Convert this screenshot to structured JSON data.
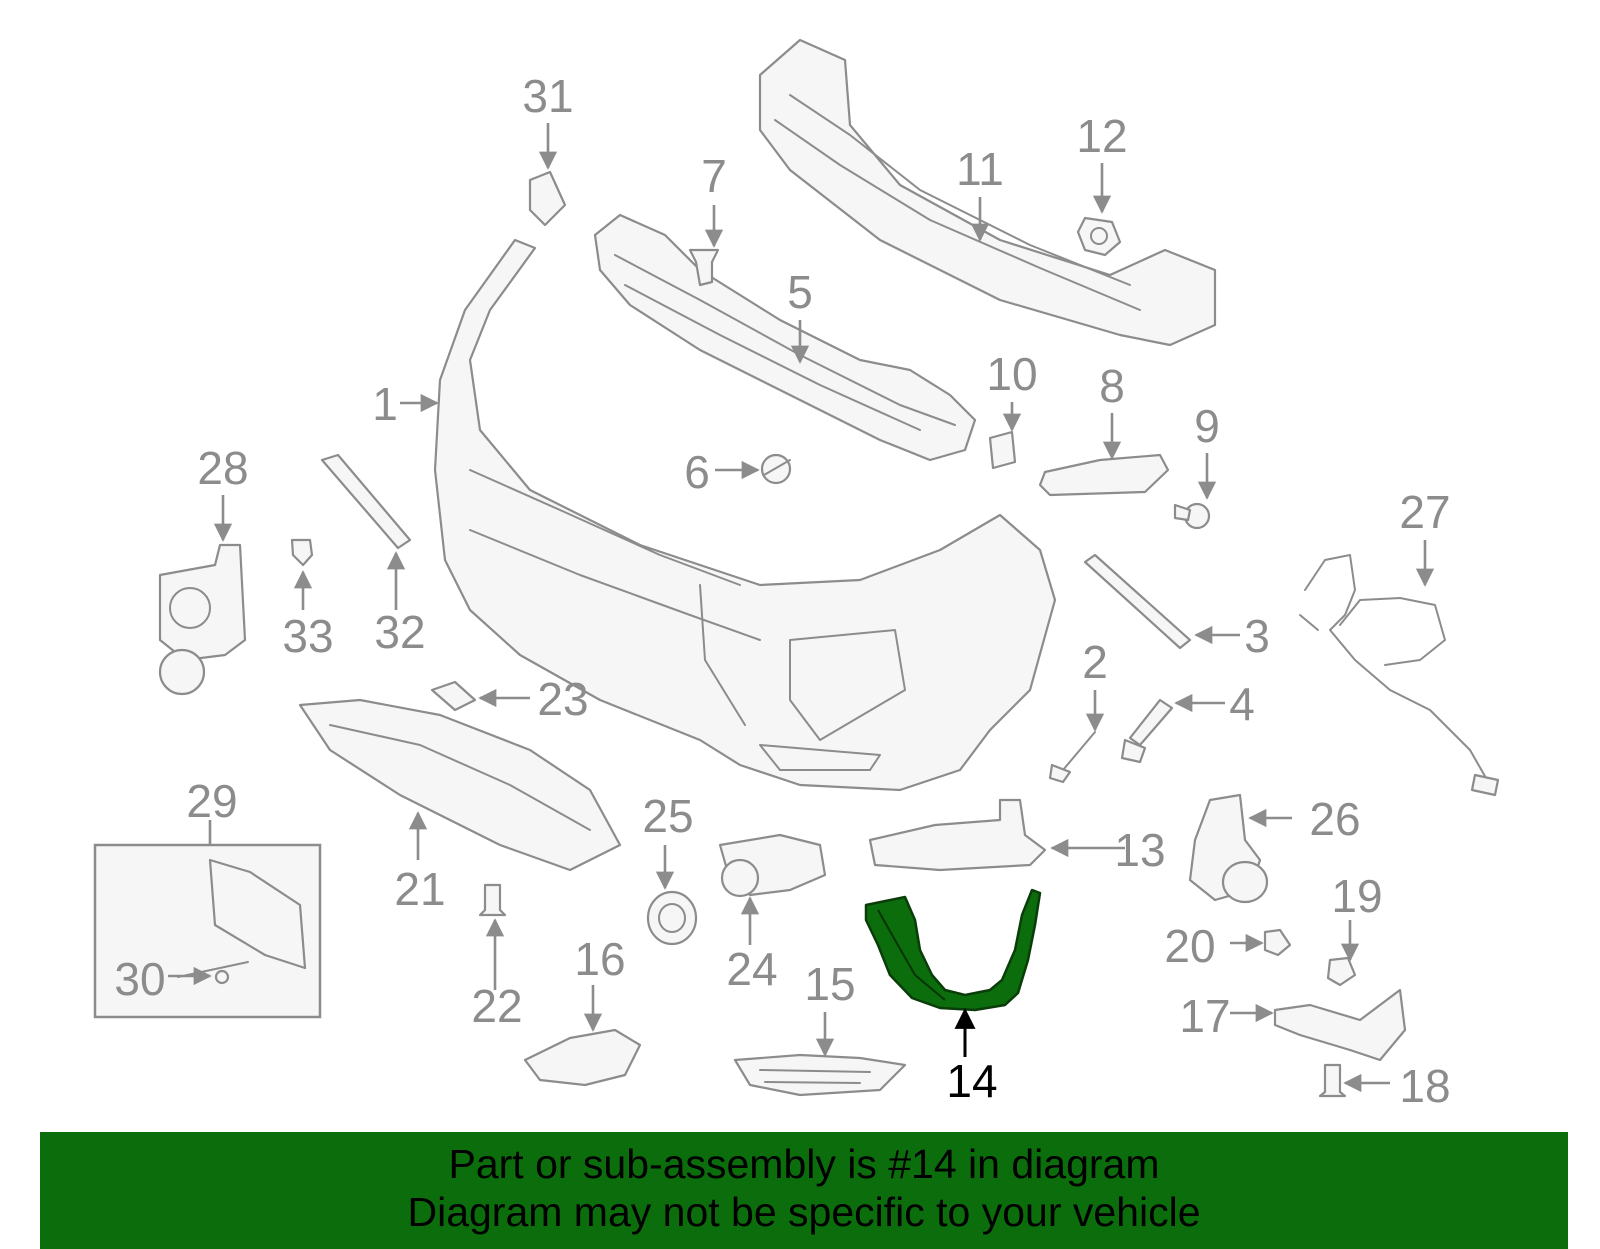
{
  "diagram": {
    "highlighted_part": "14",
    "colors": {
      "highlight": "#0b6d0b",
      "parts": "#8c8c8c",
      "banner": "#0b6d0b"
    },
    "callouts": [
      "1",
      "2",
      "3",
      "4",
      "5",
      "6",
      "7",
      "8",
      "9",
      "10",
      "11",
      "12",
      "13",
      "14",
      "15",
      "16",
      "17",
      "18",
      "19",
      "20",
      "21",
      "22",
      "23",
      "24",
      "25",
      "26",
      "27",
      "28",
      "29",
      "30",
      "31",
      "32",
      "33"
    ]
  },
  "banner": {
    "line1": "Part or sub-assembly is #14 in diagram",
    "line2": "Diagram may not be specific to your vehicle"
  }
}
